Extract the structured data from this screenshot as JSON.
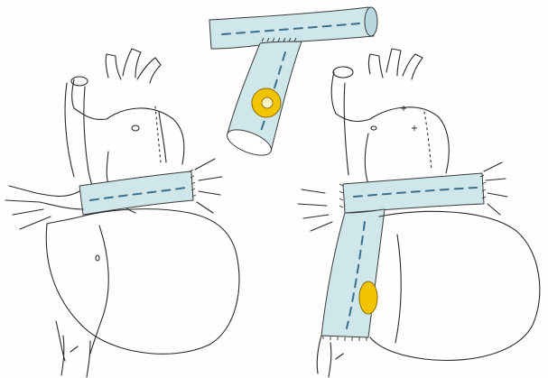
{
  "illustration": {
    "colors": {
      "background": "#fefefe",
      "ink": "#2a2a2a",
      "graft_fill": "#cfe6ea",
      "graft_shade": "#b7d8df",
      "seam": "#3b6f8a",
      "patch_fill": "#f2c400",
      "patch_center": "#fff6c8"
    },
    "panels": [
      {
        "name": "left-heart-graft-wrap"
      },
      {
        "name": "graft-t-piece"
      },
      {
        "name": "right-heart-graft-completed"
      }
    ]
  }
}
